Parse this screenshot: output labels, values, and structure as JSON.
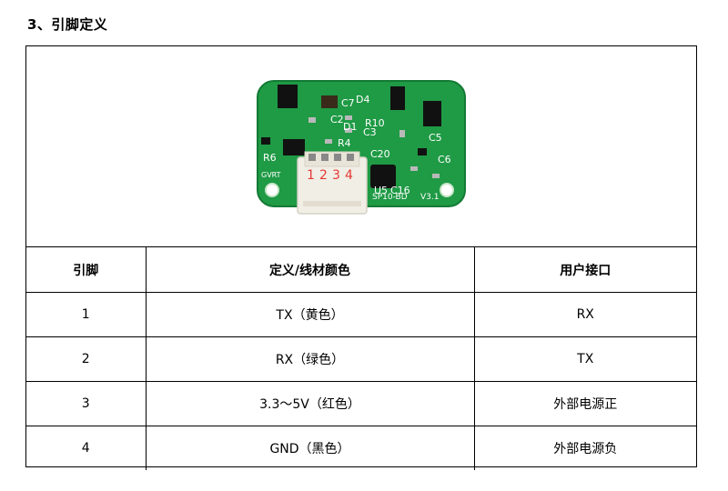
{
  "section": {
    "title": "3、引脚定义"
  },
  "board": {
    "labels": [
      "D4",
      "C7",
      "D1",
      "C2",
      "C3",
      "R4",
      "R10",
      "C20",
      "C5",
      "C6",
      "C16",
      "U5",
      "R6",
      "GVRT"
    ],
    "connector_numbers": [
      "1",
      "2",
      "3",
      "4"
    ],
    "model_text": "SP10-BD",
    "version_text": "V3.1",
    "colors": {
      "pcb": "#1f9a45",
      "pcb_dark": "#137a35",
      "silk": "#ffffff",
      "pin_label": "#e53935",
      "connector": "#f1eee6"
    }
  },
  "table": {
    "headers": [
      "引脚",
      "定义/线材颜色",
      "用户接口"
    ],
    "rows": [
      {
        "pin": "1",
        "definition": "TX（黄色）",
        "interface": "RX"
      },
      {
        "pin": "2",
        "definition": "RX（绿色）",
        "interface": "TX"
      },
      {
        "pin": "3",
        "definition": "3.3～5V（红色）",
        "interface": "外部电源正"
      },
      {
        "pin": "4",
        "definition": "GND（黑色）",
        "interface": "外部电源负"
      }
    ]
  }
}
